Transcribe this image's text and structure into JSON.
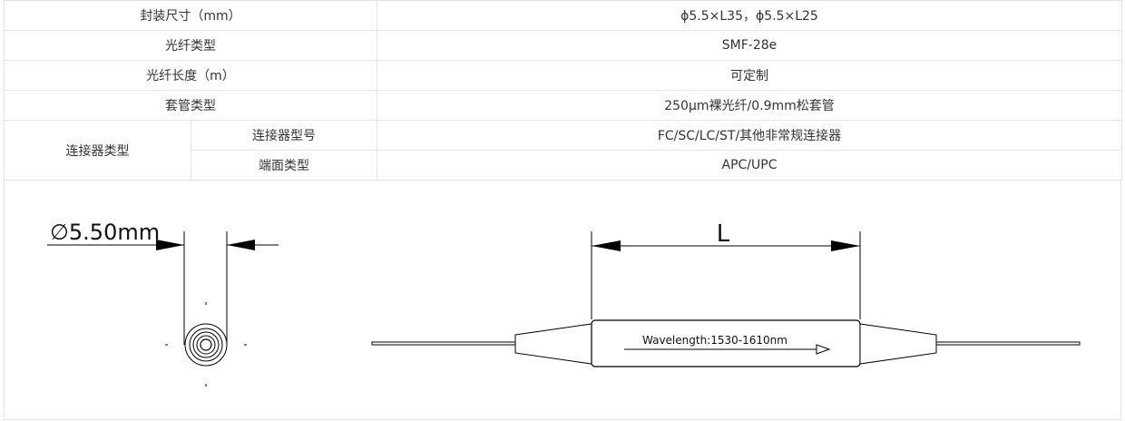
{
  "spec_table": {
    "rows": [
      {
        "label": "封装尺寸（mm）",
        "value": "ϕ5.5×L35，ϕ5.5×L25"
      },
      {
        "label": "光纤类型",
        "value": "SMF-28e"
      },
      {
        "label": "光纤长度（m）",
        "value": "可定制"
      },
      {
        "label": "套管类型",
        "value": "250μm裸光纤/0.9mm松套管"
      }
    ],
    "connector_group": {
      "label": "连接器类型",
      "sub_rows": [
        {
          "label": "连接器型号",
          "value": "FC/SC/LC/ST/其他非常规连接器"
        },
        {
          "label": "端面类型",
          "value": "APC/UPC"
        }
      ]
    }
  },
  "drawing": {
    "diameter_label": "∅5.50mm",
    "length_label": "L",
    "wavelength_label": "Wavelength:1530-1610nm"
  }
}
